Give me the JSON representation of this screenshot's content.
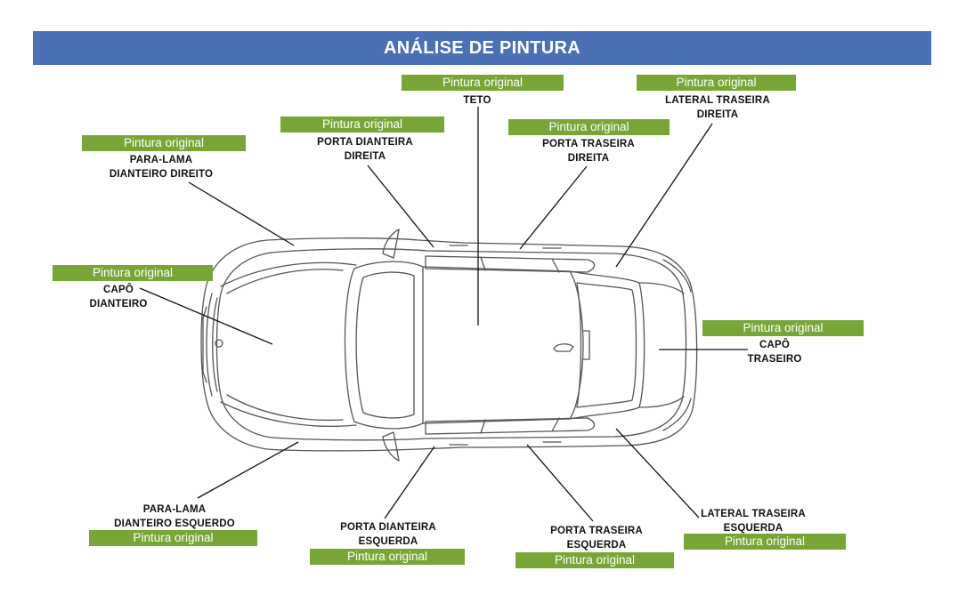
{
  "header": {
    "title": "ANÁLISE DE PINTURA"
  },
  "status_color": "#77a637",
  "header_color": "#4a70b6",
  "parts": [
    {
      "id": "teto",
      "status": "Pintura original",
      "label": "TETO"
    },
    {
      "id": "lateral-traseira-direita",
      "status": "Pintura original",
      "label": "LATERAL TRASEIRA\nDIREITA"
    },
    {
      "id": "porta-dianteira-direita",
      "status": "Pintura original",
      "label": "PORTA DIANTEIRA\nDIREITA"
    },
    {
      "id": "porta-traseira-direita",
      "status": "Pintura original",
      "label": "PORTA TRASEIRA\nDIREITA"
    },
    {
      "id": "para-lama-dianteiro-direito",
      "status": "Pintura original",
      "label": "PARA-LAMA\nDIANTEIRO DIREITO"
    },
    {
      "id": "capo-dianteiro",
      "status": "Pintura original",
      "label": "CAPÔ\nDIANTEIRO"
    },
    {
      "id": "capo-traseiro",
      "status": "Pintura original",
      "label": "CAPÔ\nTRASEIRO"
    },
    {
      "id": "para-lama-dianteiro-esquerdo",
      "status": "Pintura original",
      "label": "PARA-LAMA\nDIANTEIRO ESQUERDO"
    },
    {
      "id": "porta-dianteira-esquerda",
      "status": "Pintura original",
      "label": "PORTA DIANTEIRA\nESQUERDA"
    },
    {
      "id": "porta-traseira-esquerda",
      "status": "Pintura original",
      "label": "PORTA TRASEIRA\nESQUERDA"
    },
    {
      "id": "lateral-traseira-esquerda",
      "status": "Pintura original",
      "label": "LATERAL TRASEIRA\nESQUERDA"
    }
  ]
}
